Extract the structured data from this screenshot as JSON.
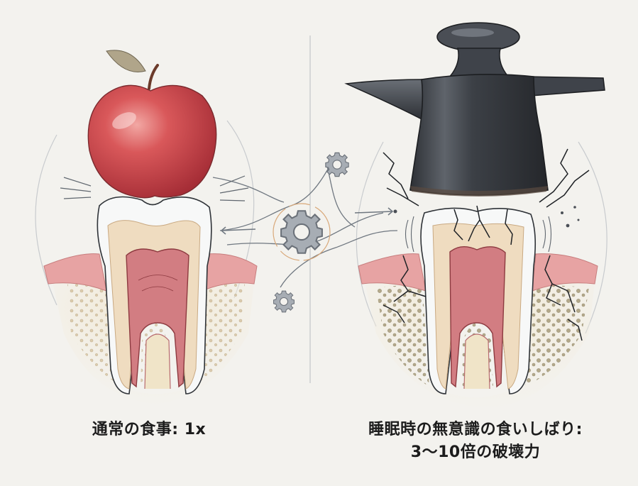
{
  "illustration": {
    "left_panel": {
      "object": "apple",
      "caption": "通常の食事: 1x"
    },
    "right_panel": {
      "object": "anvil",
      "caption_line1": "睡眠時の無意識の食いしばり:",
      "caption_line2": "3〜10倍の破壊力"
    },
    "center": {
      "icons": [
        "gear-small-top",
        "gear-large-center",
        "gear-small-bottom"
      ]
    },
    "colors": {
      "background": "#f3f2ee",
      "apple_red": "#c9444a",
      "anvil_dark": "#3a3d42",
      "gum_pink": "#e7a3a3",
      "pulp_red": "#c96a6e",
      "dentin": "#efdcc0",
      "enamel": "#f7f8f8",
      "bone": "#efe2c4",
      "gear_gray": "#9ea4ab",
      "accent_orange": "#d9a97a"
    }
  }
}
